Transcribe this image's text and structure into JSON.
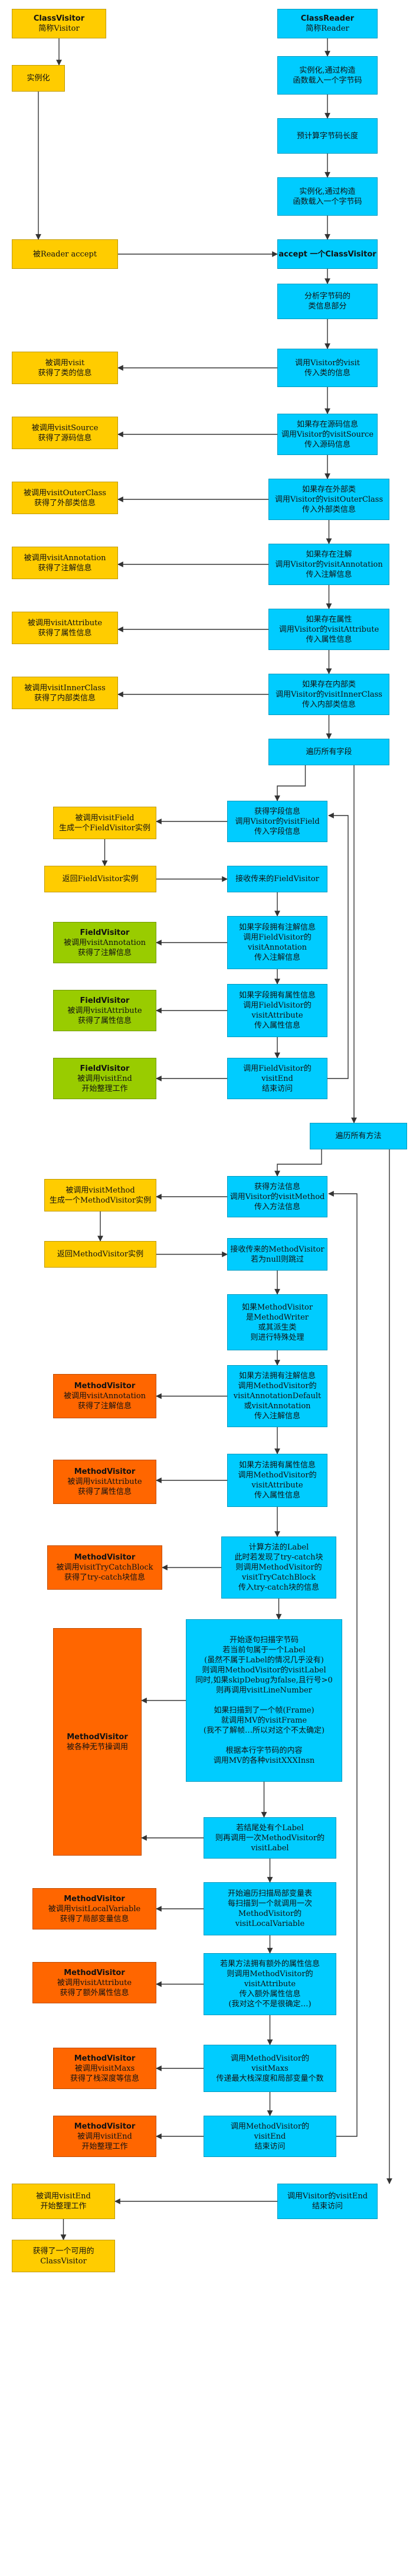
{
  "colors": {
    "yellow": "#ffcc00",
    "blue": "#00ccff",
    "green": "#99cc00",
    "orange": "#ff6600",
    "line": "#333333"
  },
  "nodes": {
    "cv_header": [
      "ClassVisitor",
      "简称Visitor"
    ],
    "cr_header": [
      "ClassReader",
      "简称Reader"
    ],
    "cv_instantiate": [
      "实例化"
    ],
    "cr_inst1": [
      "实例化,通过构造",
      "函数载入一个字节码"
    ],
    "cr_preread": [
      "预计算字节码长度"
    ],
    "cr_inst2": [
      "实例化,通过构造",
      "函数载入一个字节码"
    ],
    "cv_accept": [
      "被Reader accept"
    ],
    "cr_accept": [
      "accept 一个ClassVisitor"
    ],
    "cr_analyze": [
      "分析字节码的",
      "类信息部分"
    ],
    "cv_visit": [
      "被调用visit",
      "获得了类的信息"
    ],
    "cr_visit": [
      "调用Visitor的visit",
      "传入类的信息"
    ],
    "cv_source": [
      "被调用visitSource",
      "获得了源码信息"
    ],
    "cr_source": [
      "如果存在源码信息",
      "调用Visitor的visitSource",
      "传入源码信息"
    ],
    "cv_outer": [
      "被调用visitOuterClass",
      "获得了外部类信息"
    ],
    "cr_outer": [
      "如果存在外部类",
      "调用Visitor的visitOuterClass",
      "传入外部类信息"
    ],
    "cv_annotation": [
      "被调用visitAnnotation",
      "获得了注解信息"
    ],
    "cr_annotation": [
      "如果存在注解",
      "调用Visitor的visitAnnotation",
      "传入注解信息"
    ],
    "cv_attribute": [
      "被调用visitAttribute",
      "获得了属性信息"
    ],
    "cr_attribute": [
      "如果存在属性",
      "调用Visitor的visitAttribute",
      "传入属性信息"
    ],
    "cv_inner": [
      "被调用visitInnerClass",
      "获得了内部类信息"
    ],
    "cr_inner": [
      "如果存在内部类",
      "调用Visitor的visitInnerClass",
      "传入内部类信息"
    ],
    "cr_fields_loop": [
      "遍历所有字段"
    ],
    "cv_field": [
      "被调用visitField",
      "生成一个FieldVisitor实例"
    ],
    "cr_field": [
      "获得字段信息",
      "调用Visitor的visitField",
      "传入字段信息"
    ],
    "cv_return_fv": [
      "返回FieldVisitor实例"
    ],
    "cr_recv_fv": [
      "接收传来的FieldVisitor"
    ],
    "fv_annotation": [
      "FieldVisitor",
      "被调用visitAnnotation",
      "获得了注解信息"
    ],
    "cr_fv_annotation": [
      "如果字段拥有注解信息",
      "调用FieldVisitor的",
      "visitAnnotation",
      "传入注解信息"
    ],
    "fv_attribute": [
      "FieldVisitor",
      "被调用visitAttribute",
      "获得了属性信息"
    ],
    "cr_fv_attribute": [
      "如果字段拥有属性信息",
      "调用FieldVisitor的",
      "visitAttribute",
      "传入属性信息"
    ],
    "fv_end": [
      "FieldVisitor",
      "被调用visitEnd",
      "开始整理工作"
    ],
    "cr_fv_end": [
      "调用FieldVisitor的",
      "visitEnd",
      "结束访问"
    ],
    "cr_methods_loop": [
      "遍历所有方法"
    ],
    "cv_method": [
      "被调用visitMethod",
      "生成一个MethodVisitor实例"
    ],
    "cr_method": [
      "获得方法信息",
      "调用Visitor的visitMethod",
      "传入方法信息"
    ],
    "cv_return_mv": [
      "返回MethodVisitor实例"
    ],
    "cr_recv_mv": [
      "接收传来的MethodVisitor",
      "若为null则跳过"
    ],
    "cr_methodwriter": [
      "如果MethodVisitor",
      "是MethodWriter",
      "或其派生类",
      "则进行特殊处理"
    ],
    "mv_annotation": [
      "MethodVisitor",
      "被调用visitAnnotation",
      "获得了注解信息"
    ],
    "cr_mv_annotation": [
      "如果方法拥有注解信息",
      "调用MethodVisitor的",
      "visitAnnotationDefault",
      "或visitAnnotation",
      "传入注解信息"
    ],
    "mv_attribute": [
      "MethodVisitor",
      "被调用visitAttribute",
      "获得了属性信息"
    ],
    "cr_mv_attribute": [
      "如果方法拥有属性信息",
      "调用MethodVisitor的",
      "visitAttribute",
      "传入属性信息"
    ],
    "mv_trycatch": [
      "MethodVisitor",
      "被调用visitTryCatchBlock",
      "获得了try-catch块信息"
    ],
    "cr_mv_trycatch": [
      "计算方法的Label",
      "此时若发现了try-catch块",
      "则调用MethodVisitor的",
      "visitTryCatchBlock",
      "传入try-catch块的信息"
    ],
    "mv_various": [
      "MethodVisitor",
      "被各种无节操调用"
    ],
    "cr_mv_code": [
      "开始逐句扫描字节码",
      "若当前句属于一个Label",
      "(虽然不属于Label的情况几乎没有)",
      "则调用MethodVisitor的visitLabel",
      "同时,如果skipDebug为false,且行号>0",
      "则再调用visitLineNumber",
      "",
      "如果扫描到了一个帧(Frame)",
      "就调用MV的visitFrame",
      "(我不了解帧…所以对这个不太确定)",
      "",
      "根据本行字节码的内容",
      "调用MV的各种visitXXXInsn"
    ],
    "cr_mv_label": [
      "若结尾处有个Label",
      "则再调用一次MethodVisitor的",
      "visitLabel"
    ],
    "mv_localvar": [
      "MethodVisitor",
      "被调用visitLocalVariable",
      "获得了局部变量信息"
    ],
    "cr_mv_localvar": [
      "开始遍历扫描局部变量表",
      "每扫描到一个就调用一次",
      "MethodVisitor的",
      "visitLocalVariable"
    ],
    "mv_attribute2": [
      "MethodVisitor",
      "被调用visitAttribute",
      "获得了额外属性信息"
    ],
    "cr_mv_attribute2": [
      "若果方法拥有额外的属性信息",
      "则调用MethodVisitor的",
      "visitAttribute",
      "传入额外属性信息",
      "(我对这个不是很确定…)"
    ],
    "mv_maxs": [
      "MethodVisitor",
      "被调用visitMaxs",
      "获得了栈深度等信息"
    ],
    "cr_mv_maxs": [
      "调用MethodVisitor的",
      "visitMaxs",
      "传递最大栈深度和局部变量个数"
    ],
    "mv_end": [
      "MethodVisitor",
      "被调用visitEnd",
      "开始整理工作"
    ],
    "cr_mv_end": [
      "调用MethodVisitor的",
      "visitEnd",
      "结束访问"
    ],
    "cv_end": [
      "被调用visitEnd",
      "开始整理工作"
    ],
    "cr_end": [
      "调用Visitor的visitEnd",
      "结束访问"
    ],
    "cv_result": [
      "获得了一个可用的",
      "ClassVisitor"
    ]
  }
}
